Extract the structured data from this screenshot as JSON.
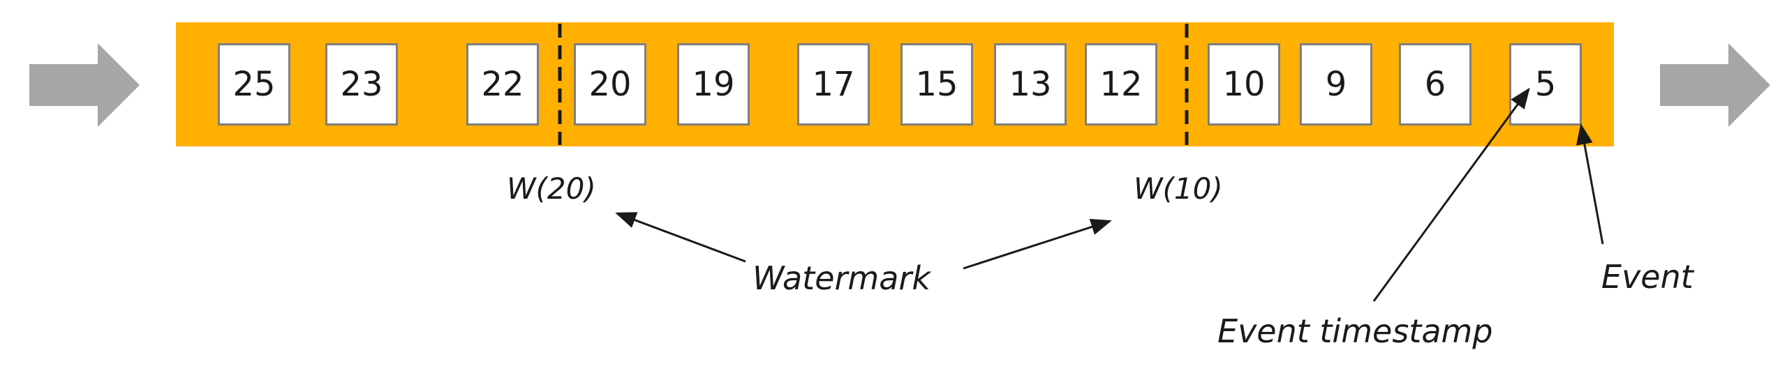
{
  "stream": {
    "events": [
      "25",
      "23",
      "22",
      "20",
      "19",
      "17",
      "15",
      "13",
      "12",
      "10",
      "9",
      "6",
      "5"
    ]
  },
  "watermarks": {
    "w20_label": "W(20)",
    "w10_label": "W(10)"
  },
  "annotations": {
    "watermark": "Watermark",
    "event_timestamp": "Event timestamp",
    "event": "Event"
  },
  "colors": {
    "stream_band": "#ffb000",
    "flow_arrows": "#a6a6a6",
    "box_border": "#7f7f7f",
    "text": "#1a1a1a"
  }
}
